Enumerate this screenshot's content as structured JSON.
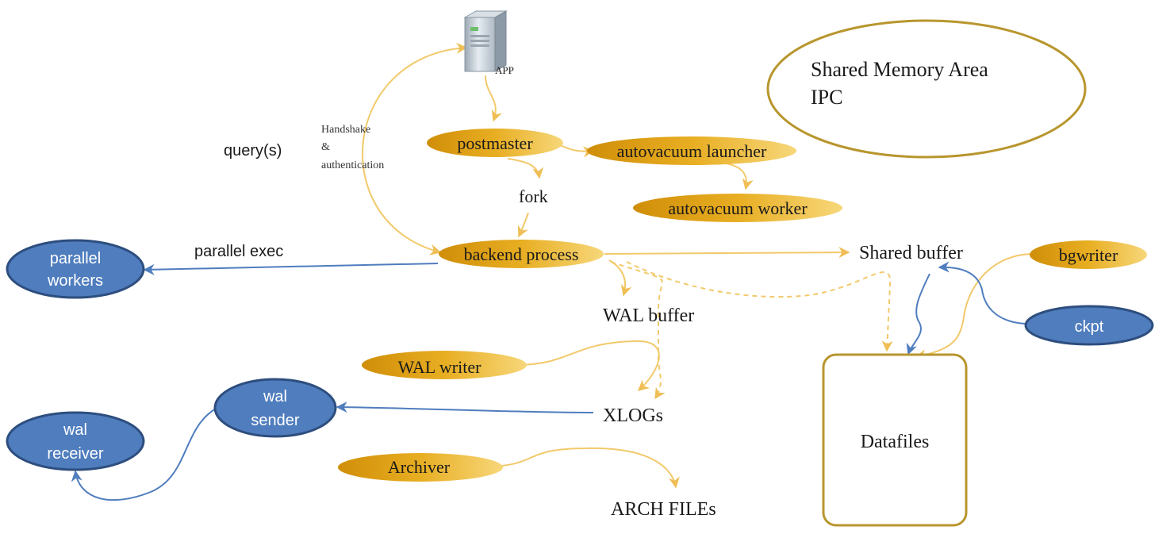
{
  "server": {
    "label": "APP"
  },
  "annotations": {
    "queries": "query(s)",
    "handshake": [
      "Handshake",
      "&",
      "authentication"
    ],
    "fork": "fork",
    "parallel_exec": "parallel exec"
  },
  "shared_memory": {
    "lines": [
      "Shared Memory Area",
      "IPC"
    ]
  },
  "processes": {
    "postmaster": "postmaster",
    "autovacuum_launcher": "autovacuum launcher",
    "autovacuum_worker": "autovacuum worker",
    "backend_process": "backend process",
    "bgwriter": "bgwriter",
    "wal_writer": "WAL writer",
    "archiver": "Archiver"
  },
  "storage": {
    "shared_buffer": "Shared buffer",
    "wal_buffer": "WAL buffer",
    "xlogs": "XLOGs",
    "arch_files": "ARCH FILEs",
    "datafiles": "Datafiles"
  },
  "replication_nodes": {
    "parallel_workers": [
      "parallel",
      "workers"
    ],
    "ckpt": [
      "ckpt"
    ],
    "wal_sender": [
      "wal",
      "sender"
    ],
    "wal_receiver": [
      "wal",
      "receiver"
    ]
  },
  "colors": {
    "gold_arrow": "#F2C96B",
    "gold_node": "#D89A10",
    "gold_node_light": "#F3C850",
    "blue_fill": "#4F7DBE",
    "blue_stroke": "#2D4E7E",
    "outline": "#B8962E",
    "text": "#1a1a1a"
  }
}
